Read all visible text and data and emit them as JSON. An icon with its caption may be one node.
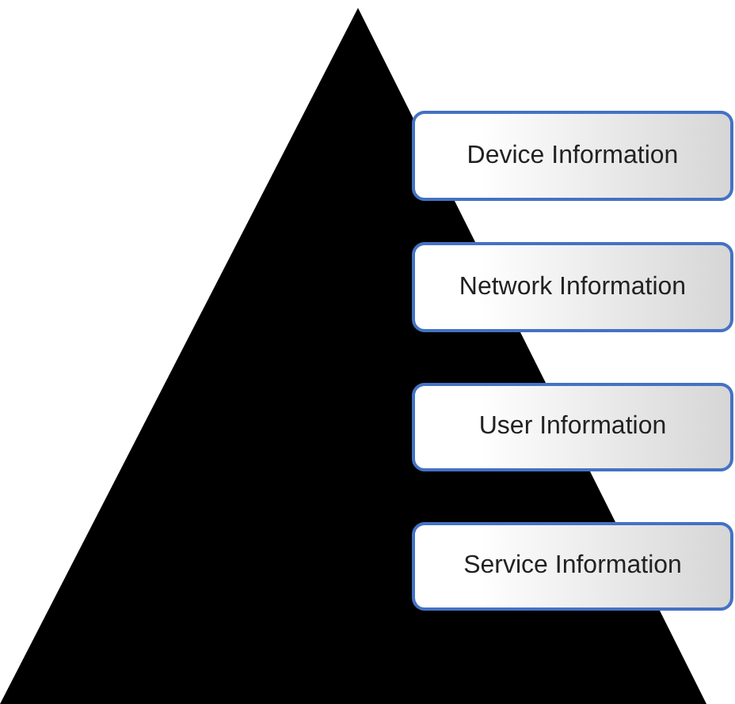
{
  "diagram": {
    "nodes": [
      {
        "text": [
          "Device Information"
        ]
      },
      {
        "text": [
          "Network Information"
        ]
      },
      {
        "text": [
          "User Information"
        ]
      },
      {
        "text": [
          "Service Information"
        ]
      }
    ]
  }
}
